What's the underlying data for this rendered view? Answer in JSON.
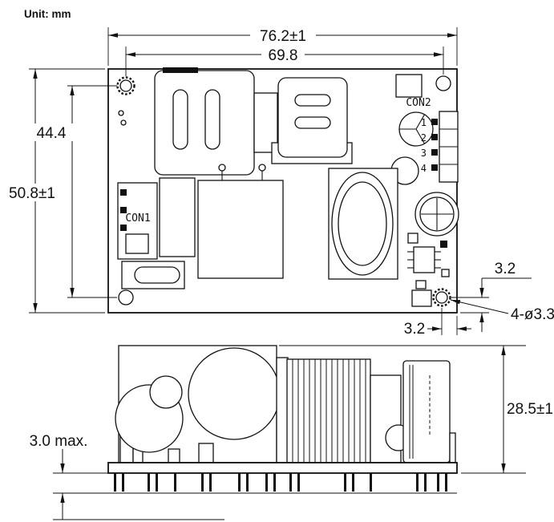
{
  "unit_label": "Unit: mm",
  "top_view": {
    "dim_width": "76.2±1",
    "dim_hole_span_x": "69.8",
    "dim_height": "50.8±1",
    "dim_hole_span_y": "44.4",
    "dim_hole_edge_right": "3.2",
    "dim_hole_edge_bottom": "3.2",
    "dim_hole_note": "4-ø3.3",
    "con1_label": "CON1",
    "con2_label": "CON2",
    "pin_labels": [
      "1",
      "2",
      "3",
      "4"
    ]
  },
  "side_view": {
    "dim_height": "28.5±1",
    "dim_pin_length": "3.0 max."
  }
}
